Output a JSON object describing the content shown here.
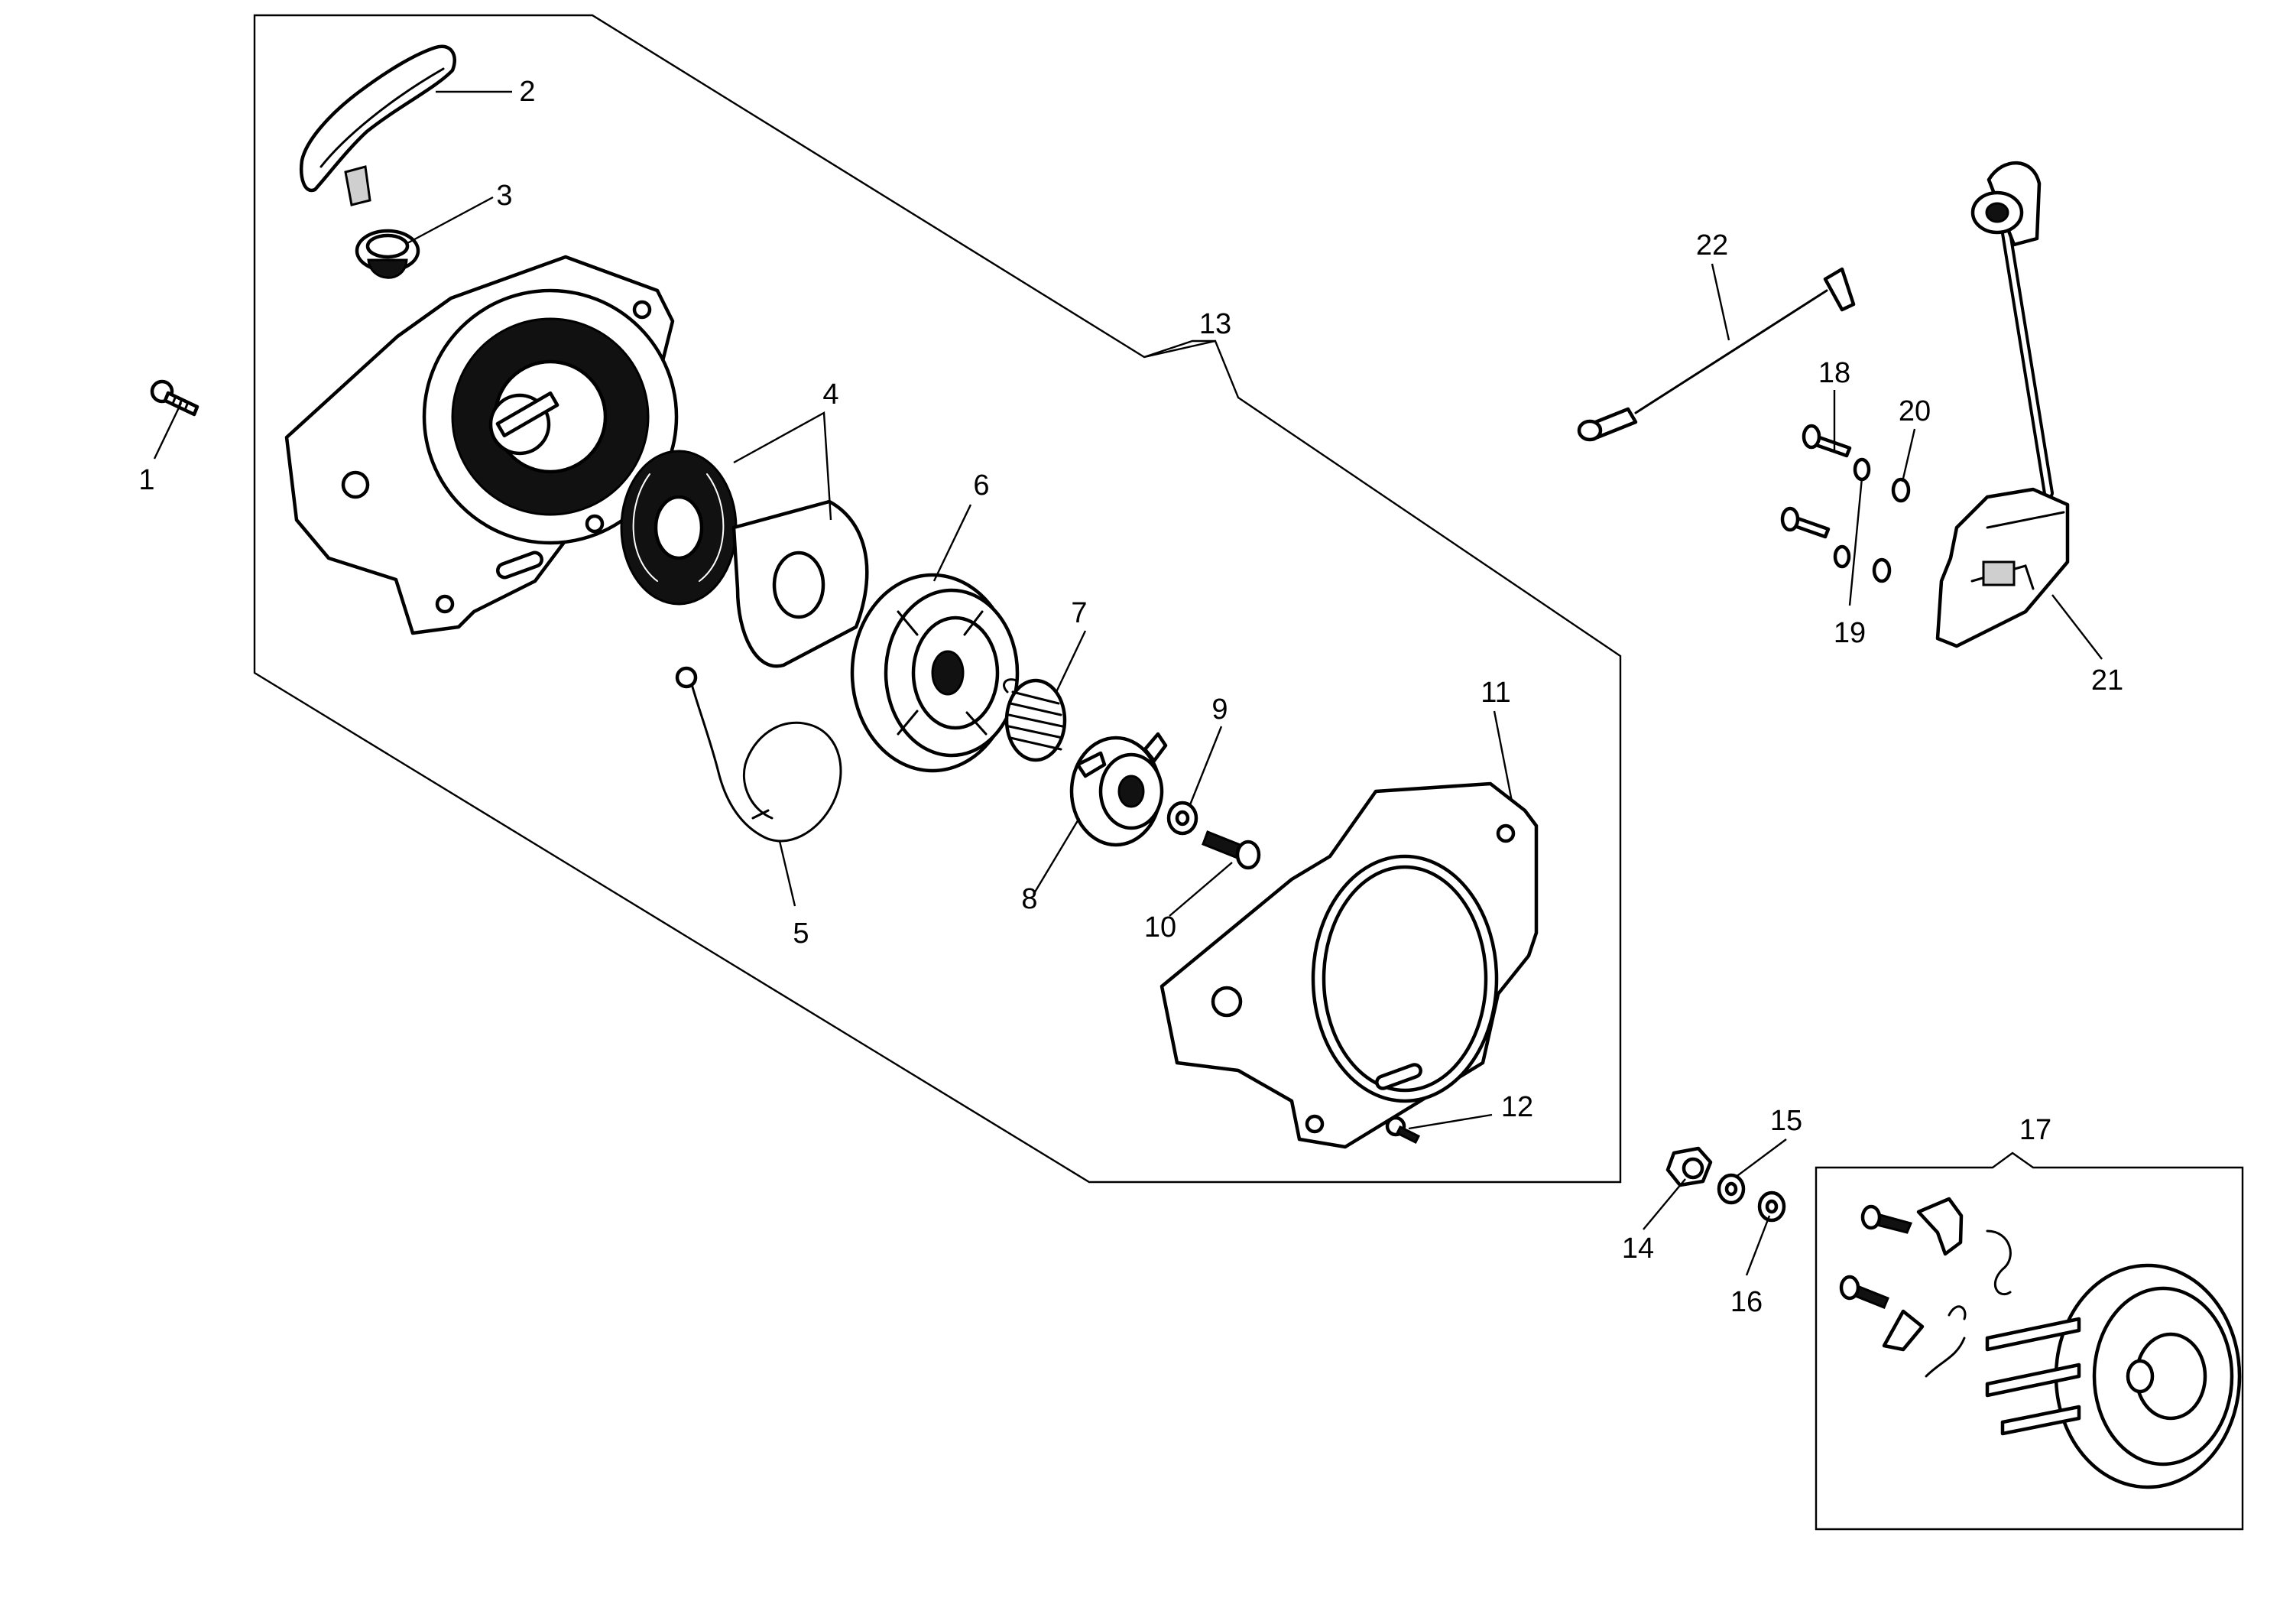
{
  "callouts": [
    {
      "id": "1",
      "text": "1"
    },
    {
      "id": "2",
      "text": "2"
    },
    {
      "id": "3",
      "text": "3"
    },
    {
      "id": "4",
      "text": "4"
    },
    {
      "id": "5",
      "text": "5"
    },
    {
      "id": "6",
      "text": "6"
    },
    {
      "id": "7",
      "text": "7"
    },
    {
      "id": "8",
      "text": "8"
    },
    {
      "id": "9",
      "text": "9"
    },
    {
      "id": "10",
      "text": "10"
    },
    {
      "id": "11",
      "text": "11"
    },
    {
      "id": "12",
      "text": "12"
    },
    {
      "id": "13",
      "text": "13"
    },
    {
      "id": "14",
      "text": "14"
    },
    {
      "id": "15",
      "text": "15"
    },
    {
      "id": "16",
      "text": "16"
    },
    {
      "id": "17",
      "text": "17"
    },
    {
      "id": "18",
      "text": "18"
    },
    {
      "id": "19",
      "text": "19"
    },
    {
      "id": "20",
      "text": "20"
    },
    {
      "id": "21",
      "text": "21"
    },
    {
      "id": "22",
      "text": "22"
    }
  ],
  "colors": {
    "ink": "#000000",
    "background": "#ffffff"
  }
}
